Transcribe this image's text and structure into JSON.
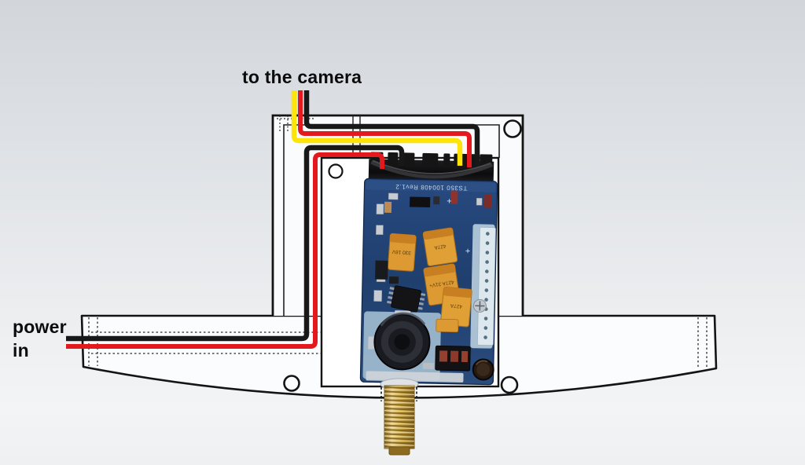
{
  "labels": {
    "camera": "to the camera",
    "power_line1": "power",
    "power_line2": "in"
  },
  "colors": {
    "wire_yellow": "#ffe40a",
    "wire_red": "#e3191d",
    "wire_black": "#181818",
    "outline": "#141414",
    "pcb_blue": "#20406f",
    "sma_gold": "#caa43e"
  },
  "board": {
    "silkscreen": "TS350 100408 Rev1.2",
    "cap_tall": "330 16V",
    "cap_a": "427A",
    "cap_b": "427A 31V+",
    "cap_c": "427A",
    "plus_mark": "+"
  }
}
